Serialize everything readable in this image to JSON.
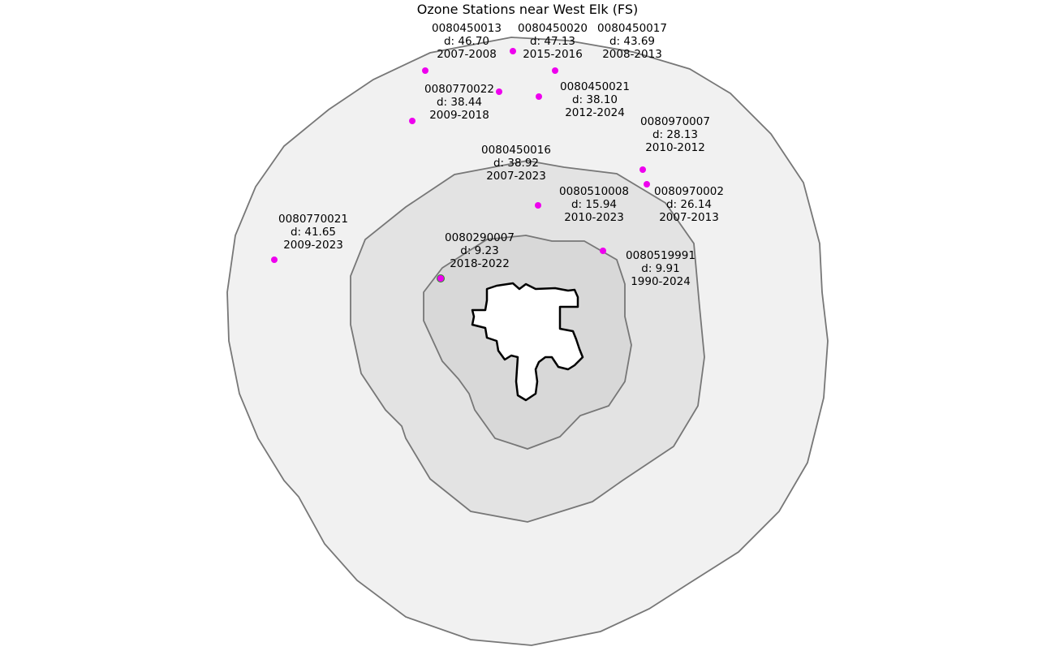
{
  "chart_data": {
    "type": "scatter",
    "title": "Ozone Stations near West Elk (FS)",
    "xlabel": "",
    "ylabel": "",
    "grid": false,
    "buffer_fill_colors": [
      "#f1f1f1",
      "#e3e3e3",
      "#d8d8d8"
    ],
    "buffer_edge_color": "#777777",
    "station_color": "#ee00ee",
    "nearest_color": "#2e8b2e",
    "stations": [
      {
        "id": "0080450013",
        "dist": "d: 46.70",
        "years": "2007-2008"
      },
      {
        "id": "0080450020",
        "dist": "d: 47.13",
        "years": "2015-2016"
      },
      {
        "id": "0080450017",
        "dist": "d: 43.69",
        "years": "2008-2013"
      },
      {
        "id": "0080770022",
        "dist": "d: 38.44",
        "years": "2009-2018"
      },
      {
        "id": "0080450021",
        "dist": "d: 38.10",
        "years": "2012-2024"
      },
      {
        "id": "0080970007",
        "dist": "d: 28.13",
        "years": "2010-2012"
      },
      {
        "id": "0080450016",
        "dist": "d: 38.92",
        "years": "2007-2023"
      },
      {
        "id": "0080510008",
        "dist": "d: 15.94",
        "years": "2010-2023"
      },
      {
        "id": "0080970002",
        "dist": "d: 26.14",
        "years": "2007-2013"
      },
      {
        "id": "0080770021",
        "dist": "d: 41.65",
        "years": "2009-2023"
      },
      {
        "id": "0080290007",
        "dist": "d: 9.23",
        "years": "2018-2022"
      },
      {
        "id": "0080519991",
        "dist": "d: 9.91",
        "years": "1990-2024"
      }
    ]
  }
}
